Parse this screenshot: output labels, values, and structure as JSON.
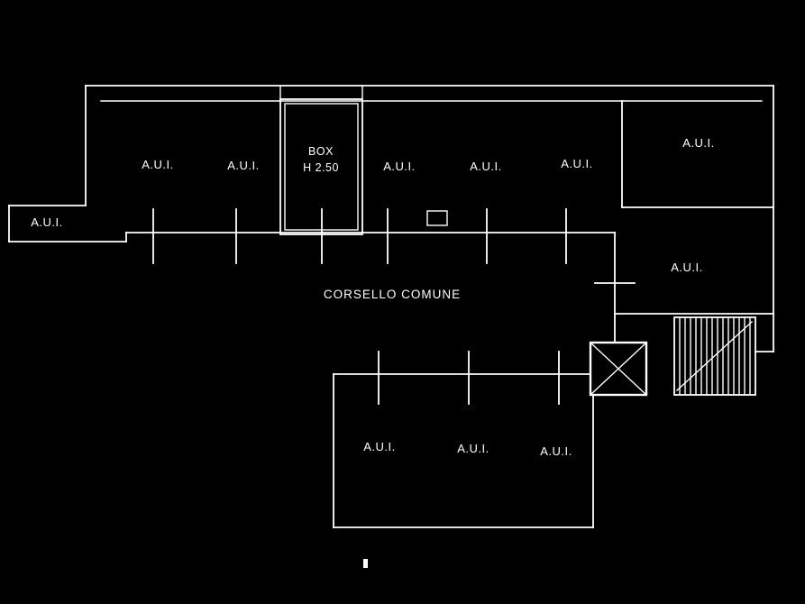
{
  "background_color": "#000000",
  "line_color": "#ffffff",
  "corridor_label": "CORSELLO COMUNE",
  "box_room": {
    "line1": "BOX",
    "line2": "H  2.50"
  },
  "units": [
    {
      "label": "A.U.I."
    },
    {
      "label": "A.U.I."
    },
    {
      "label": "A.U.I."
    },
    {
      "label": "A.U.I."
    },
    {
      "label": "A.U.I."
    },
    {
      "label": "A.U.I."
    },
    {
      "label": "A.U.I."
    },
    {
      "label": "A.U.I."
    },
    {
      "label": "A.U.I."
    },
    {
      "label": "A.U.I."
    },
    {
      "label": "A.U.I."
    }
  ]
}
